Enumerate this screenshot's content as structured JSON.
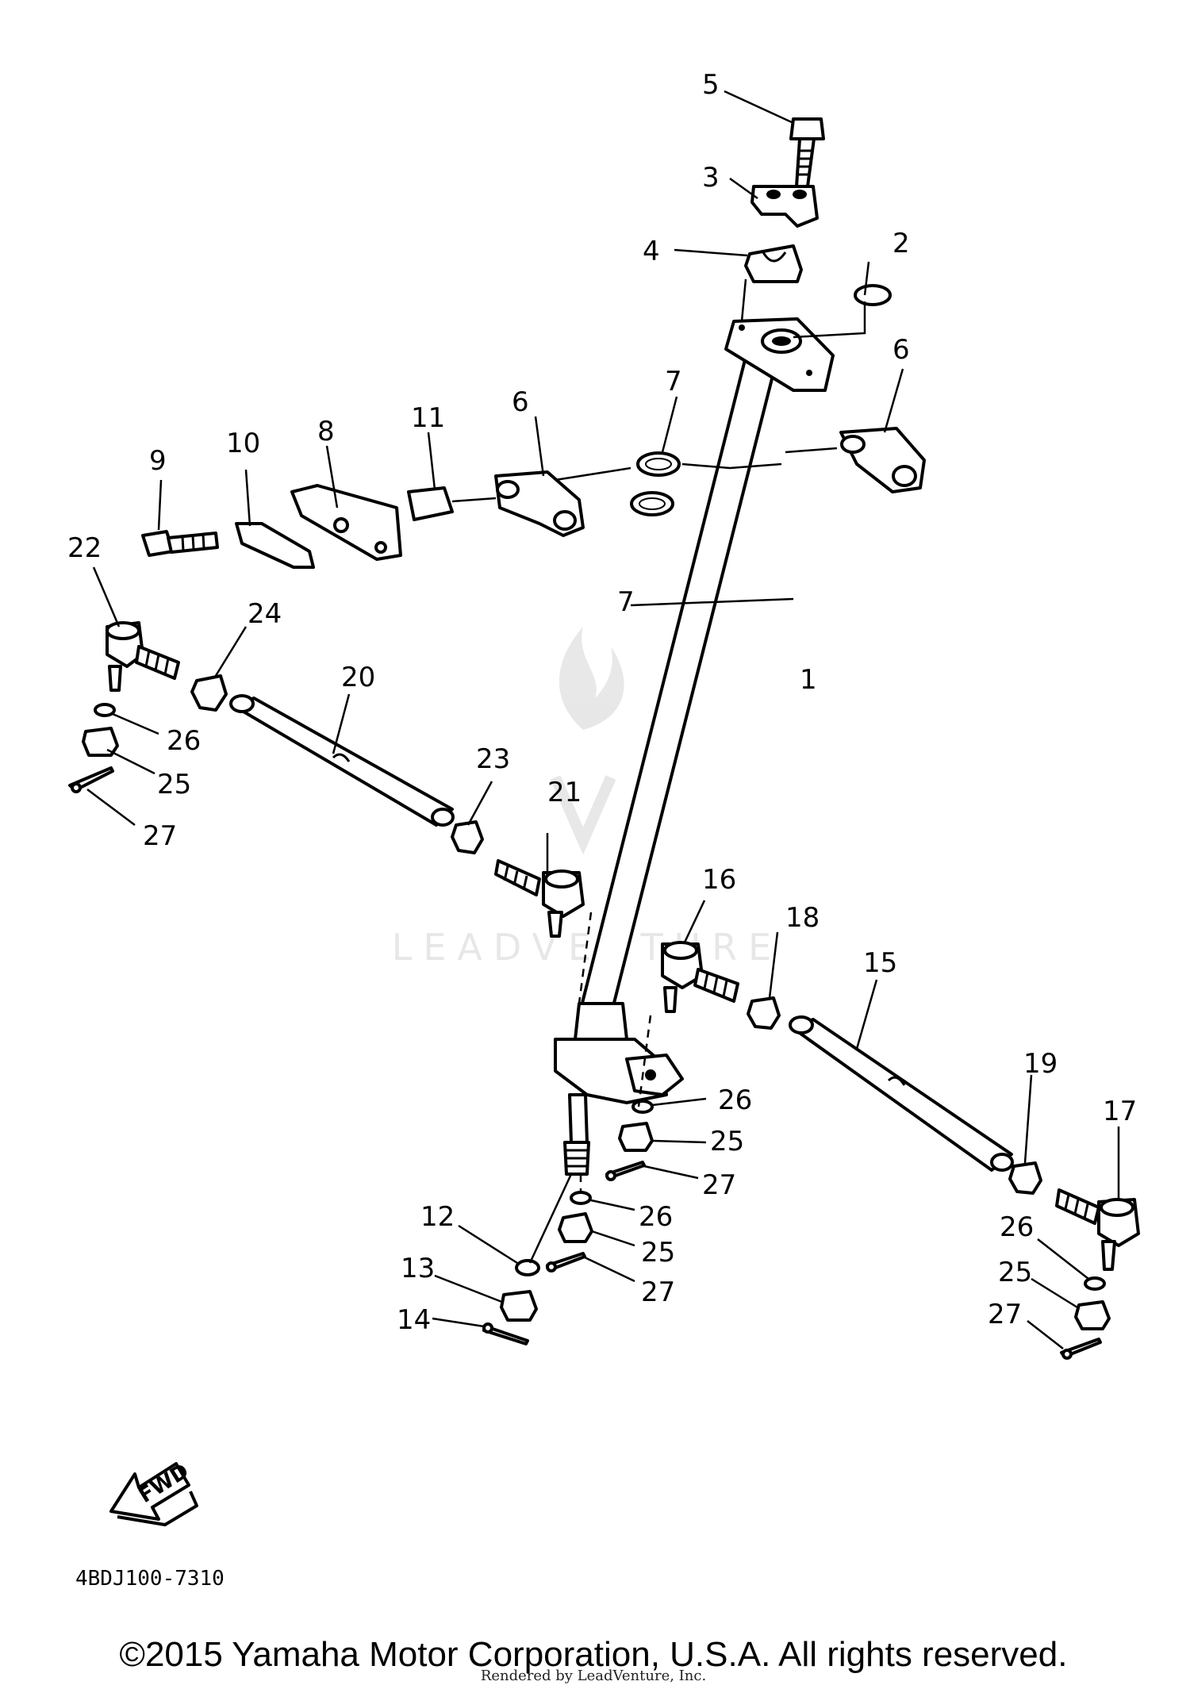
{
  "diagram": {
    "code": "4BDJ100-7310",
    "direction_label": "FWD",
    "watermark": "LEADVENTURE",
    "copyright": "©2015 Yamaha Motor Corporation, U.S.A. All rights reserved.",
    "rendered_by": "Rendered by LeadVenture, Inc."
  },
  "callouts": [
    {
      "id": "c5",
      "label": "5"
    },
    {
      "id": "c3",
      "label": "3"
    },
    {
      "id": "c4",
      "label": "4"
    },
    {
      "id": "c2",
      "label": "2"
    },
    {
      "id": "c6a",
      "label": "6"
    },
    {
      "id": "c6b",
      "label": "6"
    },
    {
      "id": "c7a",
      "label": "7"
    },
    {
      "id": "c7b",
      "label": "7"
    },
    {
      "id": "c11",
      "label": "11"
    },
    {
      "id": "c8",
      "label": "8"
    },
    {
      "id": "c10",
      "label": "10"
    },
    {
      "id": "c9",
      "label": "9"
    },
    {
      "id": "c22",
      "label": "22"
    },
    {
      "id": "c24",
      "label": "24"
    },
    {
      "id": "c20",
      "label": "20"
    },
    {
      "id": "c1",
      "label": "1"
    },
    {
      "id": "c26a",
      "label": "26"
    },
    {
      "id": "c25a",
      "label": "25"
    },
    {
      "id": "c27a",
      "label": "27"
    },
    {
      "id": "c23",
      "label": "23"
    },
    {
      "id": "c21",
      "label": "21"
    },
    {
      "id": "c16",
      "label": "16"
    },
    {
      "id": "c18",
      "label": "18"
    },
    {
      "id": "c15",
      "label": "15"
    },
    {
      "id": "c19",
      "label": "19"
    },
    {
      "id": "c17",
      "label": "17"
    },
    {
      "id": "c26b",
      "label": "26"
    },
    {
      "id": "c25b",
      "label": "25"
    },
    {
      "id": "c27b",
      "label": "27"
    },
    {
      "id": "c26c",
      "label": "26"
    },
    {
      "id": "c25c",
      "label": "25"
    },
    {
      "id": "c27c",
      "label": "27"
    },
    {
      "id": "c12",
      "label": "12"
    },
    {
      "id": "c13",
      "label": "13"
    },
    {
      "id": "c14",
      "label": "14"
    },
    {
      "id": "c26d",
      "label": "26"
    },
    {
      "id": "c25d",
      "label": "25"
    },
    {
      "id": "c27d",
      "label": "27"
    }
  ]
}
